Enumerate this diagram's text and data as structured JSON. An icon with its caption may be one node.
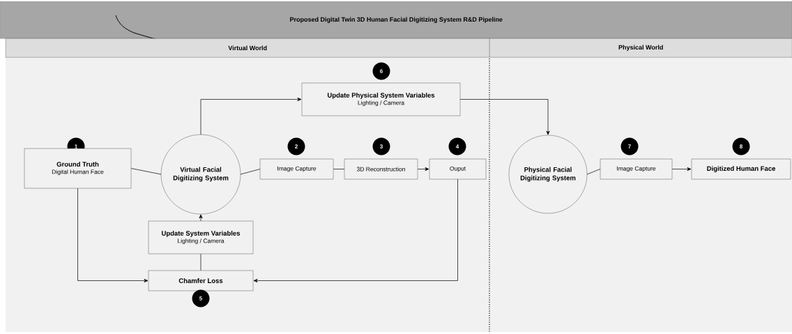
{
  "diagram": {
    "title": "Proposed Digital Twin 3D Human Facial Digitizing System R&D Pipeline",
    "nodes": [
      {
        "text": [
          "Virtual World"
        ]
      },
      {
        "text": [
          "Physical World"
        ]
      },
      {
        "text": [
          "6"
        ],
        "in": 0
      },
      {
        "text": [
          "Update Physical System Variables",
          "Lighting / Camera"
        ],
        "in": 0
      },
      {
        "text": [
          "1"
        ],
        "in": 0
      },
      {
        "text": [
          "Ground Truth",
          "Digital Human Face"
        ],
        "in": 0
      },
      {
        "text": [
          "Virtual Facial Digitizing System"
        ],
        "in": 0
      },
      {
        "text": [
          "2"
        ],
        "in": 0
      },
      {
        "text": [
          "Image Capture"
        ],
        "in": 0
      },
      {
        "text": [
          "3"
        ],
        "in": 0
      },
      {
        "text": [
          "3D Reconstruction"
        ],
        "in": 0
      },
      {
        "text": [
          "4"
        ],
        "in": 0
      },
      {
        "text": [
          "Ouput"
        ],
        "in": 0
      },
      {
        "text": [
          "Update System Variables",
          "Lighting / Camera"
        ],
        "in": 0
      },
      {
        "text": [
          "Chamfer Loss"
        ],
        "in": 0
      },
      {
        "text": [
          "5"
        ],
        "in": 0
      },
      {
        "text": [
          "Physical Facial Digitizing System"
        ],
        "in": 1
      },
      {
        "text": [
          "7"
        ],
        "in": 1
      },
      {
        "text": [
          "Image Capture"
        ],
        "in": 1
      },
      {
        "text": [
          "8"
        ],
        "in": 1
      },
      {
        "text": [
          "Digitized Human Face"
        ],
        "in": 1
      }
    ],
    "edges": [
      {
        "from": 5,
        "to": 6,
        "arrow": "none"
      },
      {
        "from": 6,
        "to": 8,
        "arrow": "none"
      },
      {
        "from": 8,
        "to": 10,
        "arrow": "none"
      },
      {
        "from": 10,
        "to": 12,
        "arrow": "to"
      },
      {
        "from": 12,
        "to": 14,
        "arrow": "to"
      },
      {
        "from": 5,
        "to": 14,
        "arrow": "to"
      },
      {
        "from": 14,
        "to": 13,
        "arrow": "none"
      },
      {
        "from": 13,
        "to": 6,
        "arrow": "to"
      },
      {
        "from": 6,
        "to": 3,
        "arrow": "to"
      },
      {
        "from": 3,
        "to": 16,
        "arrow": "to"
      },
      {
        "from": 16,
        "to": 18,
        "arrow": "none"
      },
      {
        "from": 18,
        "to": 20,
        "arrow": "to"
      }
    ]
  }
}
